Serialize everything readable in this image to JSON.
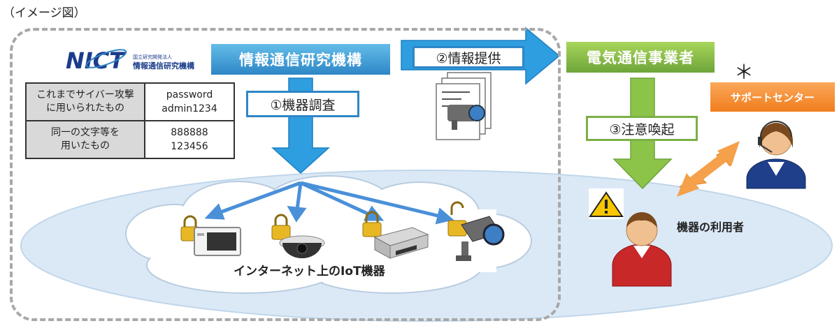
{
  "caption": "（イメージ図）",
  "org_nict": "情報通信研究機構",
  "nict_logo": {
    "mark": "NICT",
    "sub": "国立研究開発法人",
    "main": "情報通信研究機構"
  },
  "org_telecom": "電気通信事業者",
  "support_center": "サポートセンター",
  "asterisk": "＊",
  "step1": "①機器調査",
  "step2": "②情報提供",
  "step3": "③注意喚起",
  "password_table": [
    {
      "category": "これまでサイバー攻撃に用いられたもの",
      "category_l1": "これまでサイバー攻撃",
      "category_l2": "に用いられたもの",
      "examples_l1": "password",
      "examples_l2": "admin1234"
    },
    {
      "category": "同一の文字等を用いたもの",
      "category_l1": "同一の文字等を",
      "category_l2": "用いたもの",
      "examples_l1": "888888",
      "examples_l2": "123456"
    }
  ],
  "iot_label": "インターネット上のIoT機器",
  "user_label": "機器の利用者",
  "colors": {
    "nict_blue": "#2e86c6",
    "telecom_green": "#7ab046",
    "support_orange": "#f07e1e",
    "cloud_blue": "#cfe4f4",
    "arrow_orange": "#f5a04a"
  }
}
